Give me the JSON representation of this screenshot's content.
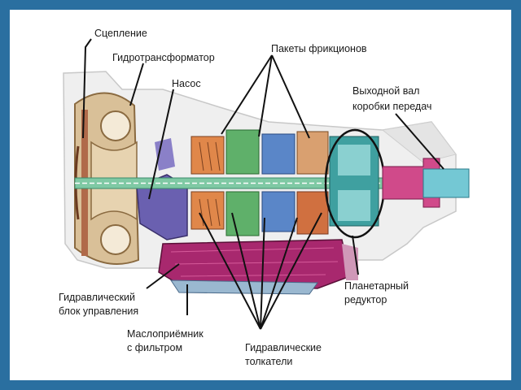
{
  "labels": {
    "clutch": "Сцепление",
    "torque_converter": "Гидротрансформатор",
    "pump": "Насос",
    "clutch_packs": "Пакеты фрикционов",
    "output_shaft_line1": "Выходной вал",
    "output_shaft_line2": "коробки передач",
    "valve_body_line1": "Гидравлический",
    "valve_body_line2": "блок управления",
    "oil_pickup_line1": "Маслоприёмник",
    "oil_pickup_line2": "с фильтром",
    "planetary_line1": "Планетарный",
    "planetary_line2": "редуктор",
    "servos_line1": "Гидравлические",
    "servos_line2": "толкатели"
  },
  "colors": {
    "frame_border": "#2a6fa0",
    "torque_converter": "#c8a878",
    "clutch": "#b06a4a",
    "pump": "#6a60b0",
    "shaft": "#7fc9a4",
    "clutch_pack_orange": "#e0874a",
    "clutch_pack_green": "#5fb06a",
    "clutch_pack_blue": "#5a86c8",
    "planetary": "#3fa0a0",
    "valve_body": "#a8286e",
    "output_shaft": "#74c8d4",
    "housing": "#eeeeee"
  }
}
